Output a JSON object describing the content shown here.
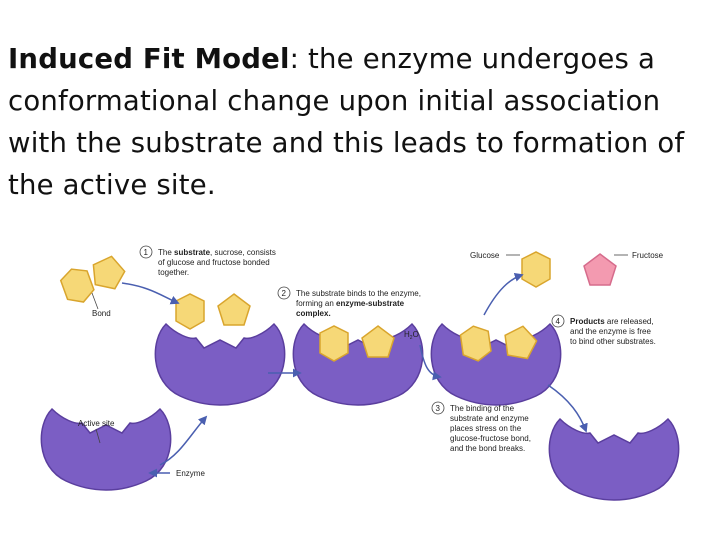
{
  "slide": {
    "title_bold": "Induced Fit Model",
    "title_rest": ": the enzyme undergoes a conformational change upon initial association with the substrate and this leads to formation of the active site."
  },
  "diagram": {
    "step1": {
      "number": "1",
      "lines": [
        "The ",
        "substrate",
        ", sucrose, consists",
        "of glucose and fructose bonded",
        "together."
      ]
    },
    "step2": {
      "number": "2",
      "lines": [
        "The substrate binds to the enzyme,",
        "forming an ",
        "enzyme-substrate",
        "complex."
      ]
    },
    "step3": {
      "number": "3",
      "lines": [
        "The binding of the",
        "substrate and enzyme",
        "places stress on the",
        "glucose-fructose bond,",
        "and the bond breaks."
      ]
    },
    "step4": {
      "number": "4",
      "lines": [
        "Products",
        " are released,",
        "and the enzyme is free",
        "to bind other substrates."
      ]
    },
    "labels": {
      "bond": "Bond",
      "active_site": "Active site",
      "enzyme": "Enzyme",
      "glucose": "Glucose",
      "fructose": "Fructose",
      "water": "H",
      "water_sub": "2",
      "water_o": "O"
    },
    "colors": {
      "enzyme": "#7b5ec4",
      "enzyme_dark": "#5a3e9e",
      "glucose": "#f6d877",
      "glucose_dark": "#d9a52d",
      "fructose": "#f39ab0",
      "arrow": "#4a5fb0"
    }
  }
}
